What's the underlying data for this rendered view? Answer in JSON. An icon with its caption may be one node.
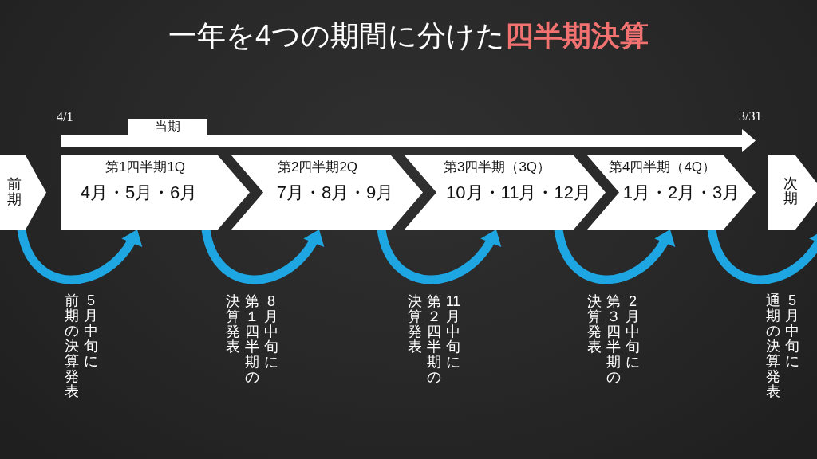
{
  "diagram": {
    "title": "一年を4つの期間に分けた**四半期決算**",
    "nodes": [
      {
        "text": [
          "当期"
        ]
      },
      {
        "text": [
          "前期"
        ]
      },
      {
        "text": [
          "第1四半期1Q",
          "4月・5月・6月"
        ]
      },
      {
        "text": [
          "第2四半期2Q",
          "7月・8月・9月"
        ]
      },
      {
        "text": [
          "第3四半期（3Q）",
          "10月・11月・12月"
        ]
      },
      {
        "text": [
          "第4四半期（4Q）",
          "1月・2月・3月"
        ]
      },
      {
        "text": [
          "次期"
        ]
      }
    ],
    "edges": [
      {
        "from": 1,
        "to": 2,
        "arrow": "to"
      },
      {
        "from": 2,
        "to": 3,
        "arrow": "to"
      },
      {
        "from": 3,
        "to": 4,
        "arrow": "to"
      },
      {
        "from": 4,
        "to": 5,
        "arrow": "to"
      },
      {
        "from": 5,
        "to": 6,
        "arrow": "to"
      }
    ],
    "labels": [
      "4/1",
      "3/31",
      "5月中旬に前期の決算発表",
      "8月中旬に第１四半期の決算発表",
      "11月中旬に第２四半期の決算発表",
      "2月中旬に第３四半期の決算発表",
      "5月中旬に通期の決算発表"
    ]
  }
}
